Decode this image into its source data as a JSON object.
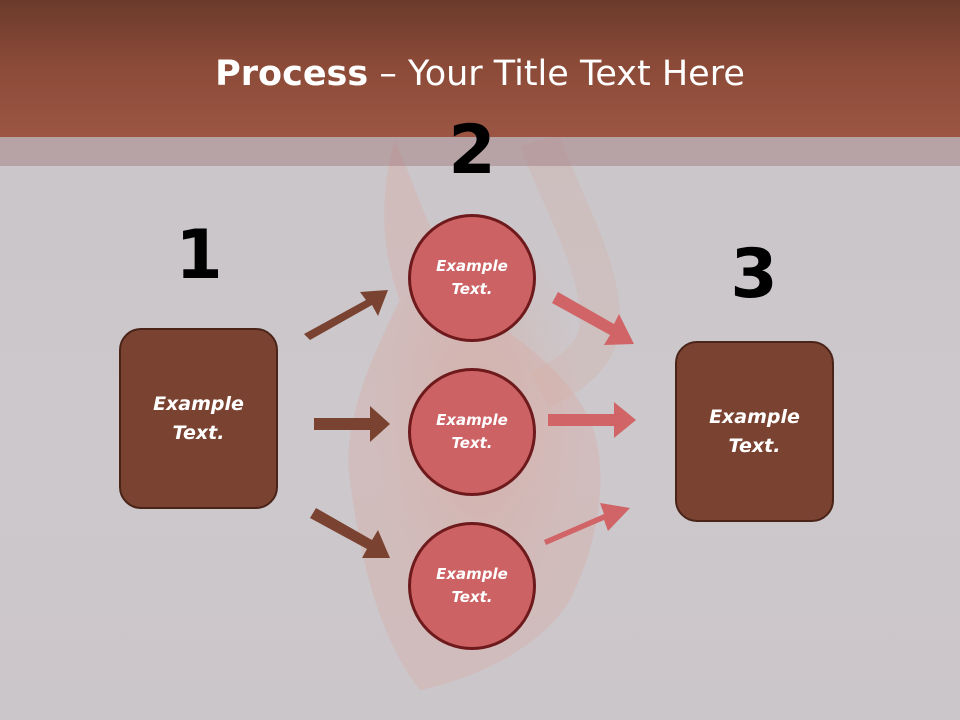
{
  "title": {
    "bold": "Process",
    "rest": " – Your Title Text Here"
  },
  "steps": [
    {
      "number": "1",
      "box_text": "Example\nText."
    },
    {
      "number": "2",
      "circles": [
        "Example\nText.",
        "Example\nText.",
        "Example\nText."
      ]
    },
    {
      "number": "3",
      "box_text": "Example\nText."
    }
  ],
  "colors": {
    "header": "#8a4a37",
    "box": "#7a4331",
    "circle": "#cc6264",
    "arrow_left": "#7a4331",
    "arrow_right": "#d06466"
  }
}
